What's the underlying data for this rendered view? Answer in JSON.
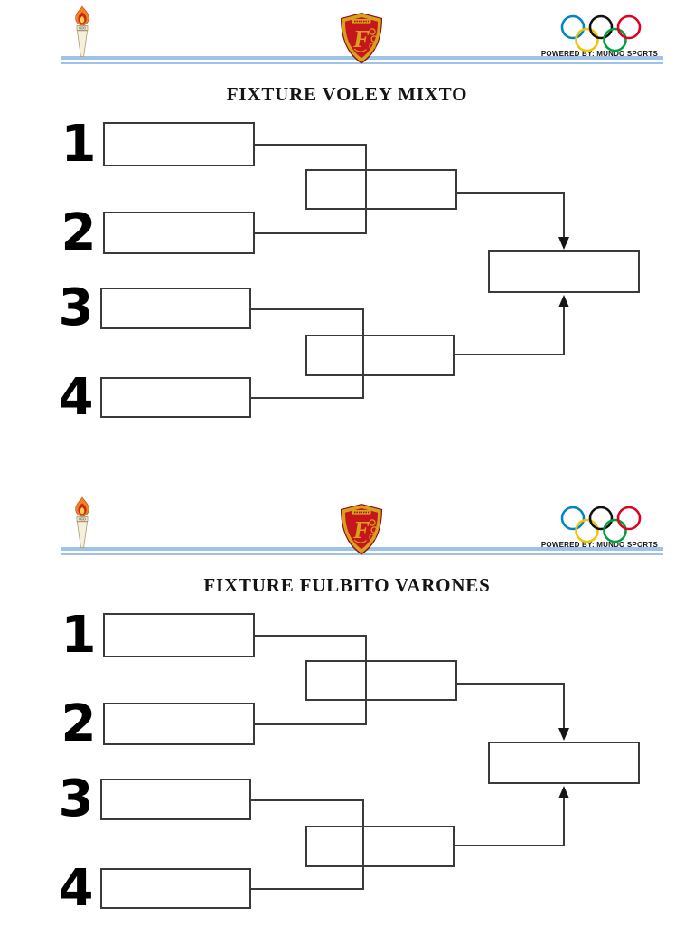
{
  "branding": {
    "powered_by": "POWERED BY: MUNDO SPORTS",
    "crest_monogram": "F",
    "colors": {
      "rule_blue": "#9DC3E6",
      "line_dark": "#3A3A3A",
      "ring_blue": "#0085C7",
      "ring_black": "#111111",
      "ring_red": "#DF0024",
      "ring_yellow": "#F4C300",
      "ring_green": "#009F3D",
      "crest_red": "#C5161D",
      "crest_gold": "#D9A01E",
      "flame_orange": "#F58220",
      "flame_red": "#C8291D",
      "flame_yellow": "#FFD34D",
      "cone_cream": "#F6EFD9",
      "cone_edge": "#A89A72"
    }
  },
  "sections": [
    {
      "title": "FIXTURE VOLEY MIXTO",
      "seeds": [
        "1",
        "2",
        "3",
        "4"
      ]
    },
    {
      "title": "FIXTURE FULBITO VARONES",
      "seeds": [
        "1",
        "2",
        "3",
        "4"
      ]
    }
  ]
}
